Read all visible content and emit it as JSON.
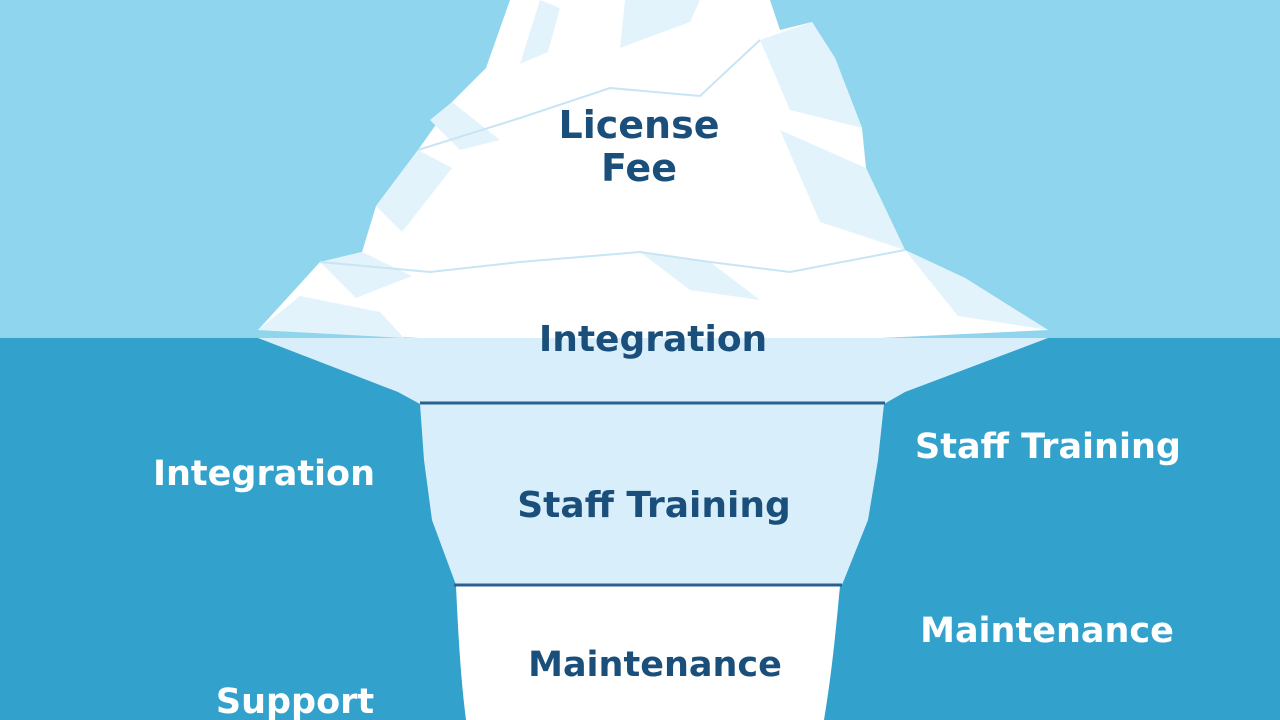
{
  "colors": {
    "sky": "#8fd5ee",
    "water": "#32a2cc",
    "ice": "#ffffff",
    "ice_shadow": "#d9eefb",
    "band_fill": "#d9eefb",
    "band_line": "#2a6190",
    "label_dark": "#1b4f7b",
    "label_light": "#ffffff"
  },
  "iceberg": {
    "tip_label_line1": "License",
    "tip_label_line2": "Fee",
    "bands": [
      {
        "label": "Integration"
      },
      {
        "label": "Staff Training"
      },
      {
        "label": "Maintenance"
      }
    ]
  },
  "side_labels": {
    "left": [
      {
        "label": "Integration"
      },
      {
        "label": "Support"
      }
    ],
    "right": [
      {
        "label": "Staff Training"
      },
      {
        "label": "Maintenance"
      }
    ]
  }
}
